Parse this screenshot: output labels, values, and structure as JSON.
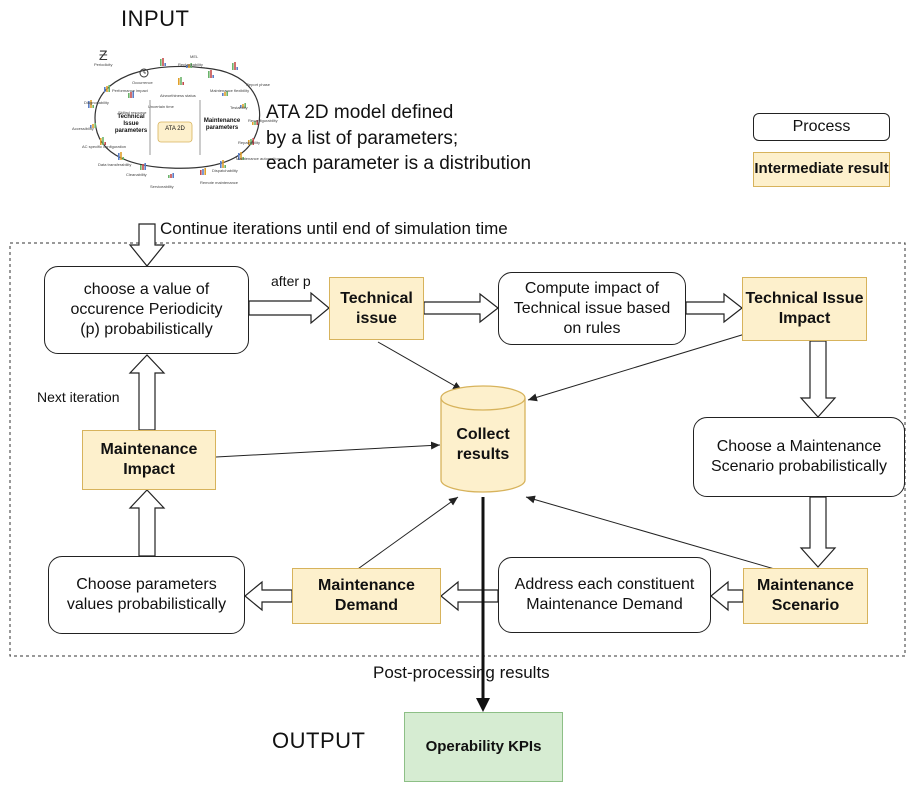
{
  "input_heading": "INPUT",
  "output_heading": "OUTPUT",
  "input_description": [
    "ATA 2D model defined",
    "by a list of parameters;",
    "each parameter is a distribution"
  ],
  "model_image": {
    "center_label": "ATA 2D",
    "left_label": [
      "Technical",
      "Issue",
      "parameters"
    ],
    "right_label": [
      "Maintenance",
      "parameters"
    ],
    "parameter_labels": [
      "Periodicity",
      "Occurrence",
      "Replaceability",
      "Maintenance flexibility",
      "Testability",
      "Reconfigurability",
      "Repairability",
      "Maintenance automation",
      "Dispatchability",
      "Remote maintenance",
      "Serviceability",
      "Cleanability",
      "Data transferability",
      "AC specific configuration",
      "Accessibility",
      "Diagnosability",
      "Performance impact",
      "Airworthiness status",
      "Report phase",
      "MEL",
      "Uncertain time",
      "Skilled resource"
    ]
  },
  "legend": {
    "process": "Process",
    "intermediate": "Intermediate result"
  },
  "loop_label": "Continue iterations until end of simulation time",
  "post_label": "Post-processing results",
  "after_p_label": "after p",
  "next_iteration_label": "Next iteration",
  "nodes": {
    "choose_value": [
      "choose a value of",
      "occurence Periodicity",
      "(p) probabilistically"
    ],
    "technical_issue": [
      "Technical",
      "issue"
    ],
    "compute_impact": [
      "Compute impact of",
      "Technical issue based",
      "on rules"
    ],
    "technical_issue_impact": [
      "Technical Issue",
      "Impact"
    ],
    "collect_results": [
      "Collect",
      "results"
    ],
    "maintenance_impact": [
      "Maintenance",
      "Impact"
    ],
    "choose_scenario": [
      "Choose a Maintenance",
      "Scenario probabilistically"
    ],
    "maintenance_scenario": [
      "Maintenance",
      "Scenario"
    ],
    "address_constituent": [
      "Address each constituent",
      "Maintenance Demand"
    ],
    "maintenance_demand": [
      "Maintenance",
      "Demand"
    ],
    "choose_parameters": [
      "Choose parameters",
      "values probabilistically"
    ],
    "operability_kpis": "Operability KPIs"
  },
  "colors": {
    "intermediate_fill": "#fdf0cc",
    "intermediate_border": "#d7b35c",
    "output_fill": "#d6ecd2",
    "output_border": "#8dbf86",
    "line": "#222222"
  }
}
